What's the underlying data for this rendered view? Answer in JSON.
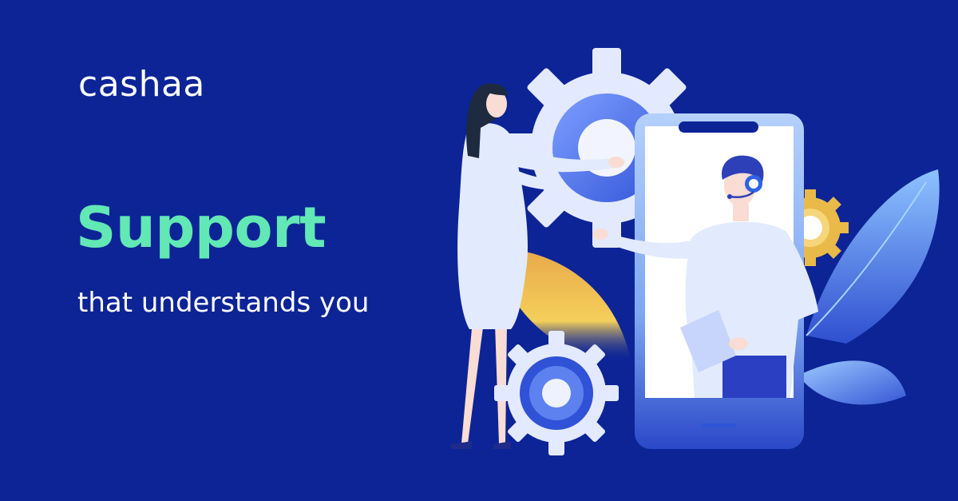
{
  "brand": {
    "logo_text": "cashaa"
  },
  "hero": {
    "headline": "Support",
    "subline": "that understands you"
  },
  "illustration": {
    "subject": "support agent with headset on a phone screen, woman adjusting gears",
    "icons": [
      "gear-icon",
      "headset-icon",
      "phone-icon",
      "leaf-icon",
      "clipboard-icon"
    ]
  },
  "colors": {
    "background": "#0c2496",
    "headline": "#62e8b4",
    "text": "#ffffff",
    "gear": "#e3e9ff",
    "gear_accent": "#4e75e6",
    "gold": "#e9b94a",
    "phone_frame": "#9fc0f6"
  }
}
